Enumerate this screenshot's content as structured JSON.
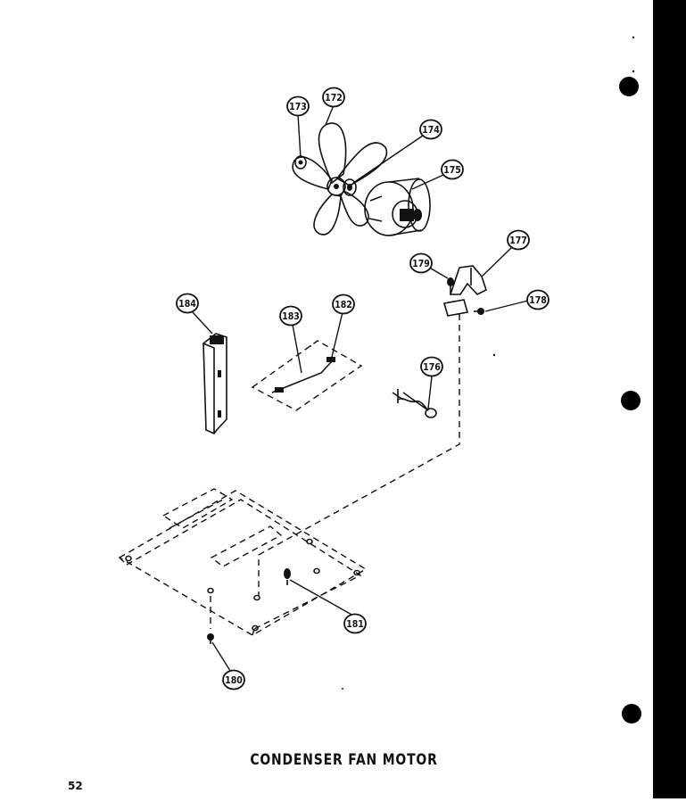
{
  "diagram": {
    "title": "CONDENSER FAN MOTOR",
    "page_number": "52",
    "callouts": {
      "p172": "172",
      "p173": "173",
      "p174": "174",
      "p175": "175",
      "p176": "176",
      "p177": "177",
      "p178": "178",
      "p179": "179",
      "p180": "180",
      "p181": "181",
      "p182": "182",
      "p183": "183",
      "p184": "184"
    }
  }
}
